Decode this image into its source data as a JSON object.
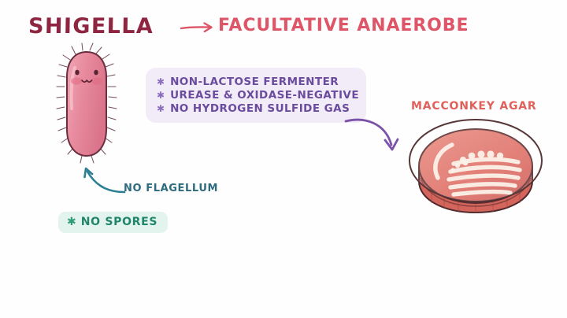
{
  "background_color": "#fefeff",
  "title": {
    "organism": "SHIGELLA",
    "organism_color": "#8f2540",
    "arrow_icon": "right-arrow-icon",
    "classification": "FACULTATIVE ANAEROBE",
    "classification_color": "#dd5566"
  },
  "bacterium": {
    "icon": "rod-shaped-bacterium-icon",
    "body_color": "#e88a9e",
    "outline_color": "#6b2f3f",
    "description": "pink rod-shaped bacillus with fimbriae, smiling face and blush cheeks"
  },
  "flagellum_note": {
    "arrow_icon": "curved-up-left-arrow-icon",
    "arrow_color": "#2d7f94",
    "label": "NO FLAGELLUM",
    "label_color": "#2d6b80"
  },
  "spores_note": {
    "bullet": "✱",
    "label": "NO SPORES",
    "label_color": "#21856a",
    "chip_color": "#e3f4ee"
  },
  "facts": {
    "box_color": "#f1ecf7",
    "text_color": "#6a4b9e",
    "bullet": "✱",
    "items": [
      "NON-LACTOSE FERMENTER",
      "UREASE & OXIDASE-NEGATIVE",
      "NO HYDROGEN SULFIDE GAS"
    ]
  },
  "plate_arrow": {
    "icon": "curved-down-right-arrow-icon",
    "color": "#7b52a8"
  },
  "macconkey": {
    "label": "MACCONKEY AGAR",
    "label_color": "#e0615c",
    "icon": "petri-dish-icon",
    "agar_color": "#e0796f",
    "colony_color": "#fbefe4",
    "description": "petri dish of MacConkey agar with pale non-lactose-fermenting colonies streaked across the surface"
  }
}
